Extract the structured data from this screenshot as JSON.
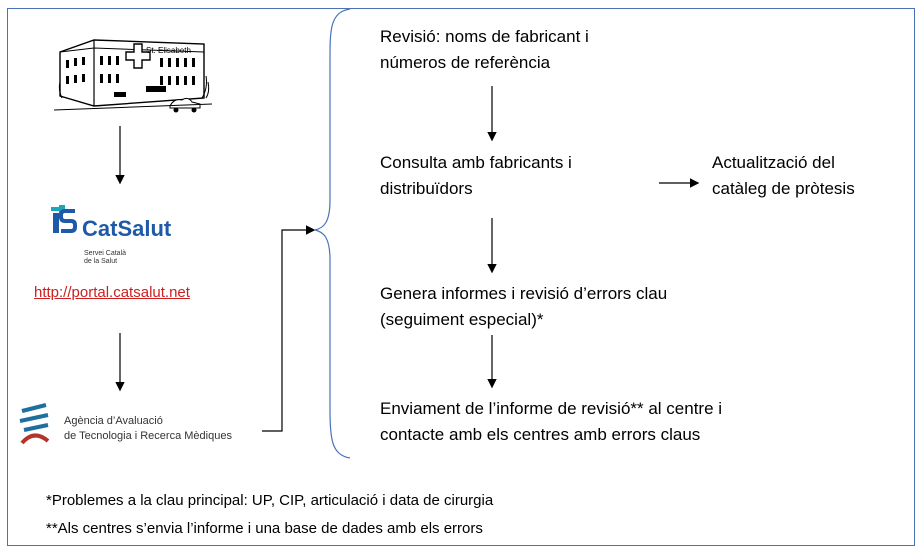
{
  "hospital": {
    "sign": "St. Elisabeth"
  },
  "catsalut": {
    "name": "CatSalut",
    "subtitle_line1": "Servei Català",
    "subtitle_line2": "de la Salut",
    "url": "http://portal.catsalut.net"
  },
  "aquas": {
    "line1": "Agència d’Avaluació",
    "line2": "de Tecnologia i Recerca Mèdiques"
  },
  "steps": {
    "revisio": {
      "line1": "Revisió: noms de fabricant i",
      "line2": "números de referència"
    },
    "consulta": {
      "line1": "Consulta amb fabricants i",
      "line2": "distribuïdors"
    },
    "actualitzacio": {
      "line1": "Actualització del",
      "line2": "catàleg de pròtesis"
    },
    "genera": {
      "line1": "Genera informes i revisió d’errors clau",
      "line2": "(seguiment especial)*"
    },
    "enviament": {
      "line1": "Enviament de l’informe de revisió** al centre i",
      "line2": "contacte amb els centres amb errors claus"
    }
  },
  "footnotes": {
    "note1": "*Problemes a la clau principal: UP, CIP, articulació i data de cirurgia",
    "note2": "**Als centres s’envia l’informe i una base de dades amb els errors"
  },
  "colors": {
    "frame": "#4a72b8",
    "link": "#cc2020",
    "catsalut_blue": "#1e5aa8",
    "catsalut_teal": "#1aa8b8",
    "aquas_blue": "#1d6fa0",
    "aquas_red": "#b2342b"
  }
}
